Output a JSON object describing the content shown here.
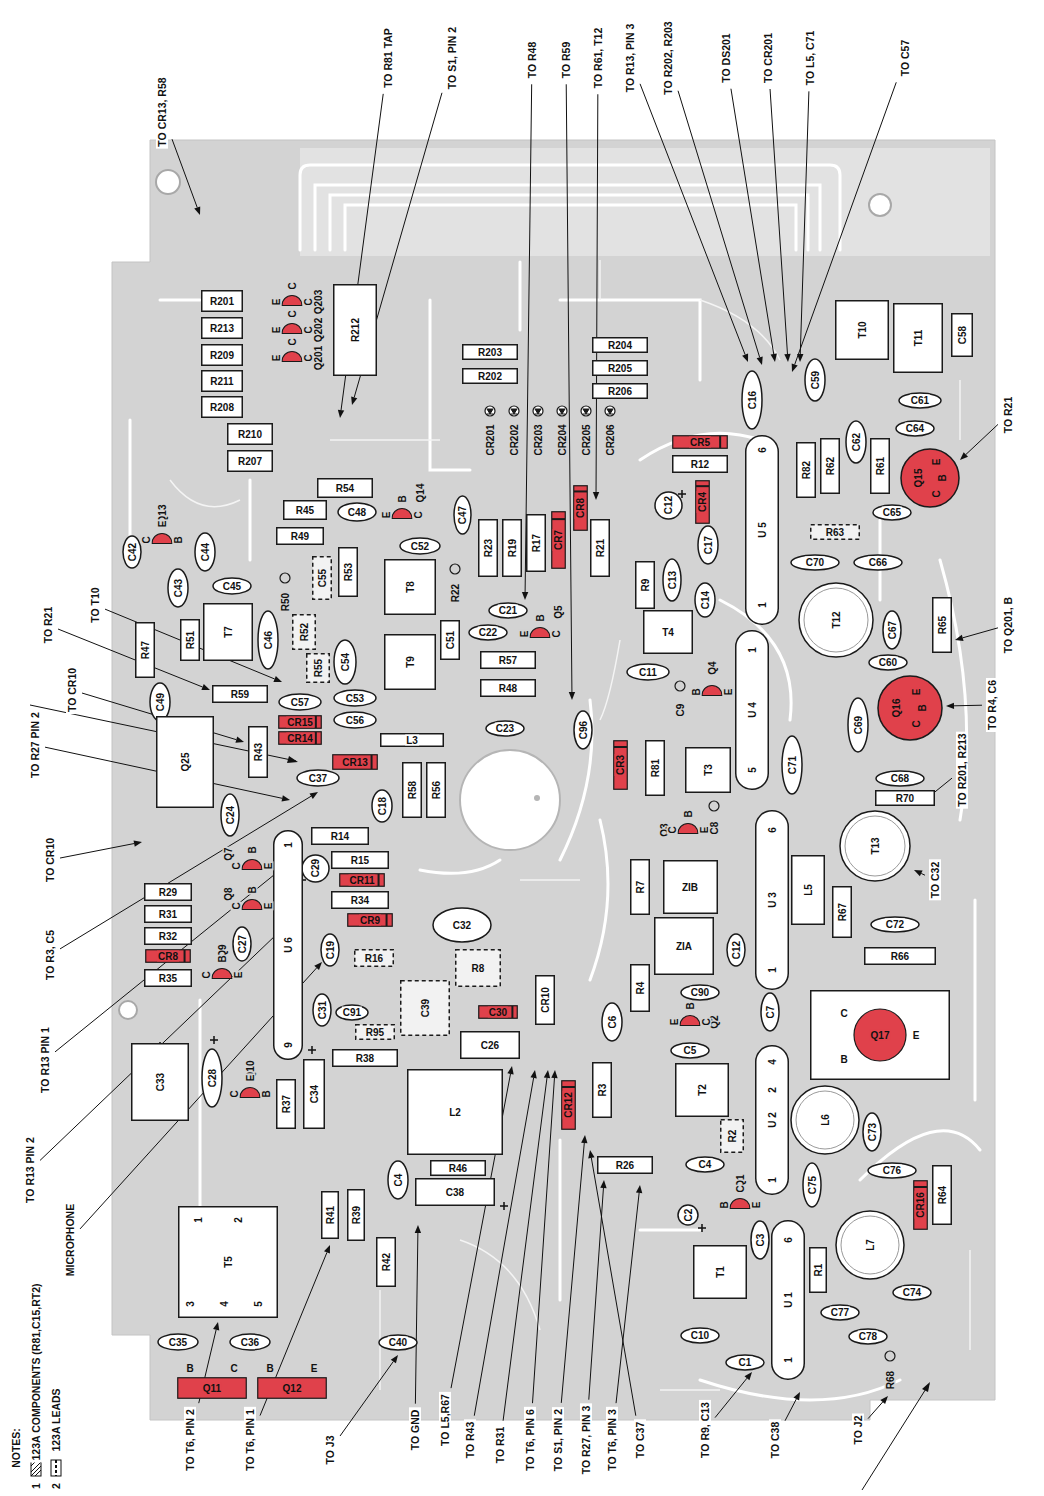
{
  "diagram": {
    "nodes": [
      {
        "text": [
          "R201"
        ]
      },
      {
        "text": [
          "R213"
        ]
      },
      {
        "text": [
          "R209"
        ]
      },
      {
        "text": [
          "R211"
        ]
      },
      {
        "text": [
          "R208"
        ]
      },
      {
        "text": [
          "R210"
        ]
      },
      {
        "text": [
          "R207"
        ]
      },
      {
        "text": [
          "R212"
        ]
      },
      {
        "text": [
          "Q203",
          "E",
          "C",
          "C"
        ]
      },
      {
        "text": [
          "Q202",
          "E",
          "C",
          "C"
        ]
      },
      {
        "text": [
          "Q201",
          "E",
          "C",
          "C"
        ]
      },
      {
        "text": [
          "R54"
        ]
      },
      {
        "text": [
          "Q14",
          "E",
          "B",
          "C"
        ]
      },
      {
        "text": [
          "R45"
        ]
      },
      {
        "text": [
          "C48"
        ]
      },
      {
        "text": [
          "Q13",
          "C",
          "E",
          "B"
        ]
      },
      {
        "text": [
          "C42"
        ]
      },
      {
        "text": [
          "R49"
        ]
      },
      {
        "text": [
          "C44"
        ]
      },
      {
        "text": [
          "C43"
        ]
      },
      {
        "text": [
          "C45"
        ]
      },
      {
        "text": [
          "R50"
        ]
      },
      {
        "text": [
          "R52"
        ]
      },
      {
        "text": [
          "C55"
        ]
      },
      {
        "text": [
          "R55"
        ]
      },
      {
        "text": [
          "R53"
        ]
      },
      {
        "text": [
          "T7"
        ]
      },
      {
        "text": [
          "C46"
        ]
      },
      {
        "text": [
          "T8"
        ]
      },
      {
        "text": [
          "C52"
        ]
      },
      {
        "text": [
          "C54"
        ]
      },
      {
        "text": [
          "T9"
        ]
      },
      {
        "text": [
          "C51"
        ]
      },
      {
        "text": [
          "R47"
        ]
      },
      {
        "text": [
          "R51"
        ]
      },
      {
        "text": [
          "C49"
        ]
      },
      {
        "text": [
          "R59"
        ]
      },
      {
        "text": [
          "C57"
        ]
      },
      {
        "text": [
          "C53"
        ]
      },
      {
        "text": [
          "CR15"
        ]
      },
      {
        "text": [
          "CR14"
        ]
      },
      {
        "text": [
          "C56"
        ]
      },
      {
        "text": [
          "L3"
        ]
      },
      {
        "text": [
          "CR13"
        ]
      },
      {
        "text": [
          "R43"
        ]
      },
      {
        "text": [
          "C37"
        ]
      },
      {
        "text": [
          "Q25"
        ]
      },
      {
        "text": [
          "C24"
        ]
      },
      {
        "text": [
          "R58"
        ]
      },
      {
        "text": [
          "R56"
        ]
      },
      {
        "text": [
          "C18"
        ]
      },
      {
        "text": [
          "R14"
        ]
      },
      {
        "text": [
          "C29"
        ]
      },
      {
        "text": [
          "R15"
        ]
      },
      {
        "text": [
          "CR11"
        ]
      },
      {
        "text": [
          "R34"
        ]
      },
      {
        "text": [
          "CR9"
        ]
      },
      {
        "text": [
          "C32"
        ]
      },
      {
        "text": [
          "U 6",
          "1",
          "9"
        ]
      },
      {
        "text": [
          "Q7",
          "C",
          "B",
          "E"
        ]
      },
      {
        "text": [
          "Q8",
          "C",
          "B",
          "E"
        ]
      },
      {
        "text": [
          "R29"
        ]
      },
      {
        "text": [
          "R31"
        ]
      },
      {
        "text": [
          "C27"
        ]
      },
      {
        "text": [
          "R32"
        ]
      },
      {
        "text": [
          "CR8"
        ]
      },
      {
        "text": [
          "Q9",
          "C",
          "B",
          "E"
        ]
      },
      {
        "text": [
          "R35"
        ]
      },
      {
        "text": [
          "C19"
        ]
      },
      {
        "text": [
          "R16"
        ]
      },
      {
        "text": [
          "C31"
        ]
      },
      {
        "text": [
          "C91"
        ]
      },
      {
        "text": [
          "R95"
        ]
      },
      {
        "text": [
          "C39"
        ]
      },
      {
        "text": [
          "R8"
        ]
      },
      {
        "text": [
          "C30"
        ]
      },
      {
        "text": [
          "CR10"
        ]
      },
      {
        "text": [
          "C26"
        ]
      },
      {
        "text": [
          "R38"
        ]
      },
      {
        "text": [
          "L2"
        ]
      },
      {
        "text": [
          "R46"
        ]
      },
      {
        "text": [
          "C38"
        ]
      },
      {
        "text": [
          "C33"
        ]
      },
      {
        "text": [
          "C28"
        ]
      },
      {
        "text": [
          "Q10",
          "C",
          "E",
          "B"
        ]
      },
      {
        "text": [
          "R37"
        ]
      },
      {
        "text": [
          "C34"
        ]
      },
      {
        "text": [
          "T5",
          "1",
          "2",
          "3",
          "4",
          "5"
        ]
      },
      {
        "text": [
          "R41"
        ]
      },
      {
        "text": [
          "R39"
        ]
      },
      {
        "text": [
          "C4"
        ]
      },
      {
        "text": [
          "R42"
        ]
      },
      {
        "text": [
          "C35"
        ]
      },
      {
        "text": [
          "C36"
        ]
      },
      {
        "text": [
          "C40"
        ]
      },
      {
        "text": [
          "Q11",
          "B",
          "C"
        ]
      },
      {
        "text": [
          "Q12",
          "B",
          "E"
        ]
      },
      {
        "text": [
          "R203"
        ]
      },
      {
        "text": [
          "R202"
        ]
      },
      {
        "text": [
          "R204"
        ]
      },
      {
        "text": [
          "R205"
        ]
      },
      {
        "text": [
          "R206"
        ]
      },
      {
        "text": [
          "CR201"
        ]
      },
      {
        "text": [
          "CR202"
        ]
      },
      {
        "text": [
          "CR203"
        ]
      },
      {
        "text": [
          "CR204"
        ]
      },
      {
        "text": [
          "CR205"
        ]
      },
      {
        "text": [
          "CR206"
        ]
      },
      {
        "text": [
          "C47"
        ]
      },
      {
        "text": [
          "R23"
        ]
      },
      {
        "text": [
          "R19"
        ]
      },
      {
        "text": [
          "R17"
        ]
      },
      {
        "text": [
          "CR7"
        ]
      },
      {
        "text": [
          "CR8"
        ]
      },
      {
        "text": [
          "R22"
        ]
      },
      {
        "text": [
          "C21"
        ]
      },
      {
        "text": [
          "C22"
        ]
      },
      {
        "text": [
          "Q5",
          "E",
          "B",
          "C"
        ]
      },
      {
        "text": [
          "R57"
        ]
      },
      {
        "text": [
          "R48"
        ]
      },
      {
        "text": [
          "C23"
        ]
      },
      {
        "text": [
          "C96"
        ]
      },
      {
        "text": [
          "CR3"
        ]
      },
      {
        "text": [
          "R9"
        ]
      },
      {
        "text": [
          "R21"
        ]
      },
      {
        "text": [
          "C13"
        ]
      },
      {
        "text": [
          "T4"
        ]
      },
      {
        "text": [
          "C11"
        ]
      },
      {
        "text": [
          "C17"
        ]
      },
      {
        "text": [
          "CR4"
        ]
      },
      {
        "text": [
          "C12"
        ]
      },
      {
        "text": [
          "R12"
        ]
      },
      {
        "text": [
          "CR5"
        ]
      },
      {
        "text": [
          "C16"
        ]
      },
      {
        "text": [
          "U 5",
          "1",
          "6"
        ]
      },
      {
        "text": [
          "C14"
        ]
      },
      {
        "text": [
          "Q4",
          "B",
          "E"
        ]
      },
      {
        "text": [
          "C9"
        ]
      },
      {
        "text": [
          "U 4",
          "1",
          "5"
        ]
      },
      {
        "text": [
          "R81"
        ]
      },
      {
        "text": [
          "T3"
        ]
      },
      {
        "text": [
          "C71"
        ]
      },
      {
        "text": [
          "Q3",
          "C",
          "B",
          "E"
        ]
      },
      {
        "text": [
          "C8"
        ]
      },
      {
        "text": [
          "ZIB"
        ]
      },
      {
        "text": [
          "R7"
        ]
      },
      {
        "text": [
          "ZIA"
        ]
      },
      {
        "text": [
          "R4"
        ]
      },
      {
        "text": [
          "C6"
        ]
      },
      {
        "text": [
          "C90"
        ]
      },
      {
        "text": [
          "Q2",
          "E",
          "B",
          "C"
        ]
      },
      {
        "text": [
          "C5"
        ]
      },
      {
        "text": [
          "T2"
        ]
      },
      {
        "text": [
          "U 3",
          "1",
          "6"
        ]
      },
      {
        "text": [
          "C12"
        ]
      },
      {
        "text": [
          "C7"
        ]
      },
      {
        "text": [
          "U 2",
          "1",
          "2",
          "4"
        ]
      },
      {
        "text": [
          "C4"
        ]
      },
      {
        "text": [
          "R2"
        ]
      },
      {
        "text": [
          "R26"
        ]
      },
      {
        "text": [
          "R3"
        ]
      },
      {
        "text": [
          "CR12"
        ]
      },
      {
        "text": [
          "C2"
        ]
      },
      {
        "text": [
          "Q1",
          "B",
          "C",
          "E"
        ]
      },
      {
        "text": [
          "T1"
        ]
      },
      {
        "text": [
          "C3"
        ]
      },
      {
        "text": [
          "U 1",
          "1",
          "6"
        ]
      },
      {
        "text": [
          "R1"
        ]
      },
      {
        "text": [
          "C10"
        ]
      },
      {
        "text": [
          "C1"
        ]
      },
      {
        "text": [
          "C77"
        ]
      },
      {
        "text": [
          "C78"
        ]
      },
      {
        "text": [
          "R68"
        ]
      },
      {
        "text": [
          "L6"
        ]
      },
      {
        "text": [
          "C73"
        ]
      },
      {
        "text": [
          "C76"
        ]
      },
      {
        "text": [
          "R64"
        ]
      },
      {
        "text": [
          "CR16"
        ]
      },
      {
        "text": [
          "C75"
        ]
      },
      {
        "text": [
          "L7"
        ]
      },
      {
        "text": [
          "C74"
        ]
      },
      {
        "text": [
          "Q17",
          "C",
          "B",
          "E"
        ]
      },
      {
        "text": [
          "R66"
        ]
      },
      {
        "text": [
          "C72"
        ]
      },
      {
        "text": [
          "T13"
        ]
      },
      {
        "text": [
          "L5"
        ]
      },
      {
        "text": [
          "R67"
        ]
      },
      {
        "text": [
          "C68"
        ]
      },
      {
        "text": [
          "R70"
        ]
      },
      {
        "text": [
          "Q16",
          "E",
          "B",
          "C"
        ]
      },
      {
        "text": [
          "C69"
        ]
      },
      {
        "text": [
          "C60"
        ]
      },
      {
        "text": [
          "C67"
        ]
      },
      {
        "text": [
          "R65"
        ]
      },
      {
        "text": [
          "T12"
        ]
      },
      {
        "text": [
          "C70"
        ]
      },
      {
        "text": [
          "C66"
        ]
      },
      {
        "text": [
          "R63"
        ]
      },
      {
        "text": [
          "C65"
        ]
      },
      {
        "text": [
          "R82"
        ]
      },
      {
        "text": [
          "R62"
        ]
      },
      {
        "text": [
          "C62"
        ]
      },
      {
        "text": [
          "R61"
        ]
      },
      {
        "text": [
          "Q15",
          "E",
          "B",
          "C"
        ]
      },
      {
        "text": [
          "C64"
        ]
      },
      {
        "text": [
          "C61"
        ]
      },
      {
        "text": [
          "T10"
        ]
      },
      {
        "text": [
          "T11"
        ]
      },
      {
        "text": [
          "C58"
        ]
      },
      {
        "text": [
          "C59"
        ]
      }
    ],
    "labels": [
      "TO R81 TAP",
      "TO S1, PIN 2",
      "TO R48",
      "TO R59",
      "TO R61, T12",
      "TO R13, PIN 3",
      "TO R202, R203",
      "TO DS201",
      "TO CR201",
      "TO L5, C71",
      "TO C57",
      "TO CR13, R58",
      "TO R21",
      "TO T10",
      "TO CR10",
      "TO R27 PIN 2",
      "TO CR10",
      "TO R3, C5",
      "TO R13 PIN 1",
      "TO R13 PIN 2",
      "MICROPHONE",
      "TO T6, PIN 2",
      "TO T6, PIN 1",
      "TO J3",
      "TO GND",
      "TO L5,R67",
      "TO R43",
      "TO R31",
      "TO T6, PIN 6",
      "TO S1, PIN 2",
      "TO R27, PIN 3",
      "TO T6, PIN 3",
      "TO C37",
      "TO R9, C13",
      "TO C38",
      "TO J2",
      "TO R21",
      "TO Q201, B",
      "TO R4, C6",
      "TO R201, R213",
      "TO C32",
      "NOTES:",
      "1",
      "2"
    ],
    "legend": [
      {
        "text": "123A COMPONENTS (R81,C15,RT2)"
      },
      {
        "text": "123A LEADS"
      }
    ]
  }
}
